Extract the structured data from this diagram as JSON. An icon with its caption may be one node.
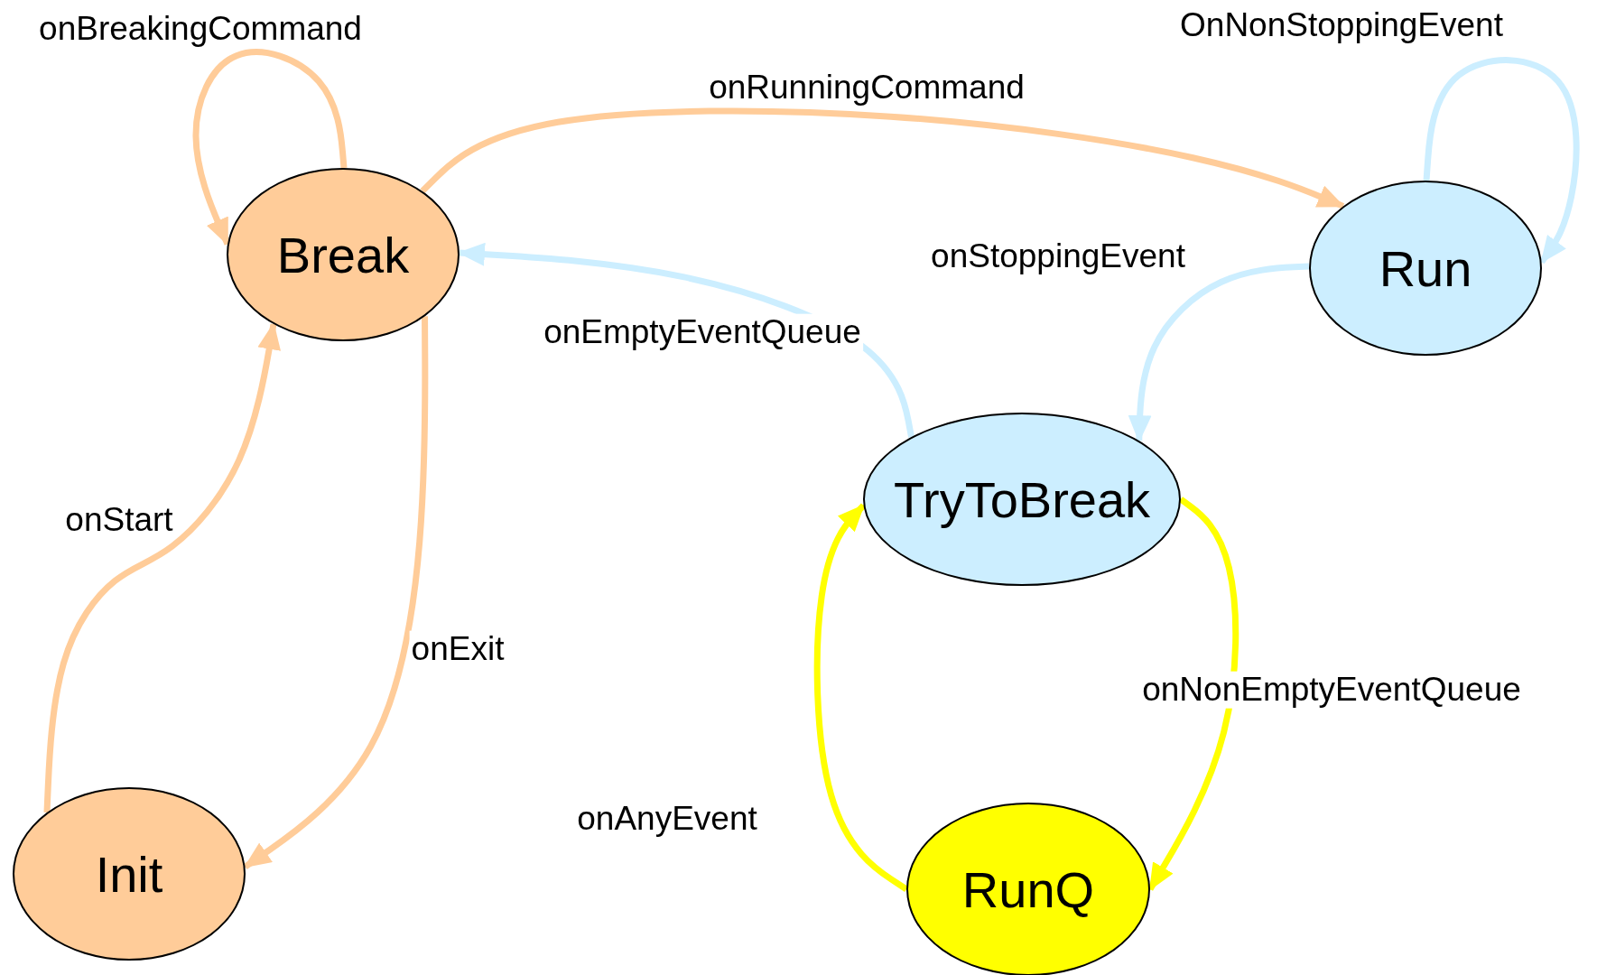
{
  "diagram": {
    "nodes": [
      {
        "text": [
          "Break"
        ]
      },
      {
        "text": [
          "Run"
        ]
      },
      {
        "text": [
          "TryToBreak"
        ]
      },
      {
        "text": [
          "Init"
        ]
      },
      {
        "text": [
          "RunQ"
        ]
      }
    ],
    "edges": [
      {
        "from": 0,
        "to": 0,
        "arrow": "to",
        "label": "onBreakingCommand",
        "color": "#ffcc99"
      },
      {
        "from": 0,
        "to": 1,
        "arrow": "to",
        "label": "onRunningCommand",
        "color": "#ffcc99"
      },
      {
        "from": 1,
        "to": 1,
        "arrow": "to",
        "label": "OnNonStoppingEvent",
        "color": "#cceeff"
      },
      {
        "from": 1,
        "to": 2,
        "arrow": "to",
        "label": "onStoppingEvent",
        "color": "#cceeff"
      },
      {
        "from": 2,
        "to": 0,
        "arrow": "to",
        "label": "onEmptyEventQueue",
        "color": "#cceeff"
      },
      {
        "from": 3,
        "to": 0,
        "arrow": "to",
        "label": "onStart",
        "color": "#ffcc99"
      },
      {
        "from": 0,
        "to": 3,
        "arrow": "to",
        "label": "onExit",
        "color": "#ffcc99"
      },
      {
        "from": 2,
        "to": 4,
        "arrow": "to",
        "label": "onNonEmptyEventQueue",
        "color": "#ffff00"
      },
      {
        "from": 4,
        "to": 2,
        "arrow": "to",
        "label": "onAnyEvent",
        "color": "#ffff00"
      }
    ]
  }
}
